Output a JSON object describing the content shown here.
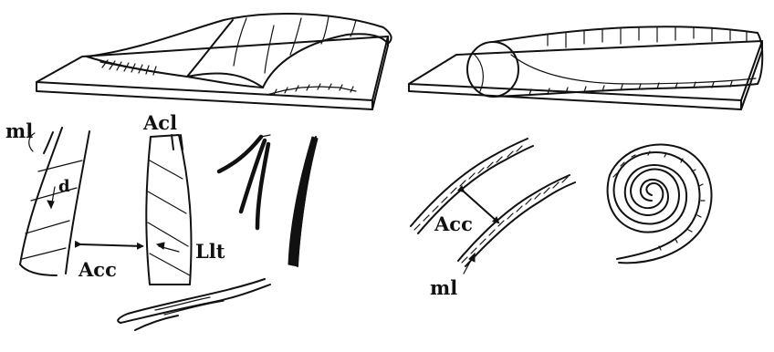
{
  "labels": {
    "ml_left": "ml",
    "d": "d",
    "acl": "Acl",
    "acc_left": "Acc",
    "llt": "Llt",
    "acc_right": "Acc",
    "ml_right": "ml"
  }
}
